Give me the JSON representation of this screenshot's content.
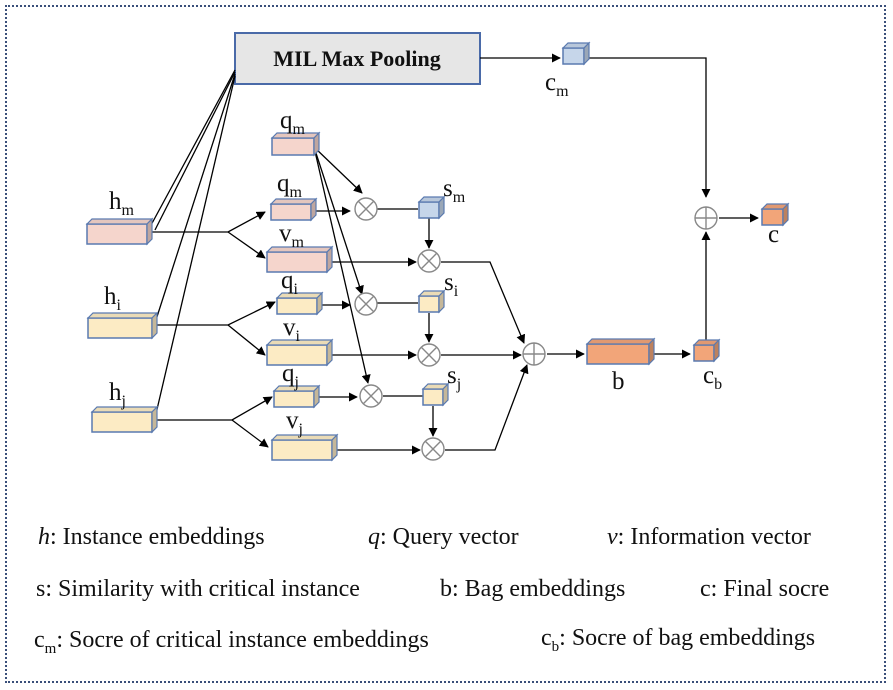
{
  "diagram": {
    "mil": "MIL Max Pooling",
    "labels": {
      "hm": "h",
      "hm_sub": "m",
      "hi": "h",
      "hi_sub": "i",
      "hj": "h",
      "hj_sub": "j",
      "qm_top": "q",
      "qm_top_sub": "m",
      "qm": "q",
      "qm_sub": "m",
      "vm": "v",
      "vm_sub": "m",
      "qi": "q",
      "qi_sub": "i",
      "vi": "v",
      "vi_sub": "i",
      "qj": "q",
      "qj_sub": "j",
      "vj": "v",
      "vj_sub": "j",
      "sm": "s",
      "sm_sub": "m",
      "si": "s",
      "si_sub": "i",
      "sj": "s",
      "sj_sub": "j",
      "cm": "c",
      "cm_sub": "m",
      "b": "b",
      "cb": "c",
      "cb_sub": "b",
      "c": "c"
    },
    "colors": {
      "pink": "#f5d5cc",
      "yellow": "#fcebc4",
      "blue": "#c6d6ea",
      "orange": "#f2a579",
      "box_border": "#5a7ab0",
      "mil_fill": "#e6e6e6",
      "frame": "#3a4f7a"
    }
  },
  "legend": {
    "h_sym": "h",
    "h_text": ": Instance embeddings",
    "q_sym": "q",
    "q_text": ": Query vector",
    "v_sym": "v",
    "v_text": ": Information vector",
    "s_text": "s: Similarity with critical instance",
    "b_text": "b: Bag embeddings",
    "c_text": "c: Final socre",
    "cm_sym": "c",
    "cm_sub": "m",
    "cm_text": ": Socre of critical instance embeddings",
    "cb_sym": "c",
    "cb_sub": "b",
    "cb_text": ": Socre of bag embeddings"
  }
}
